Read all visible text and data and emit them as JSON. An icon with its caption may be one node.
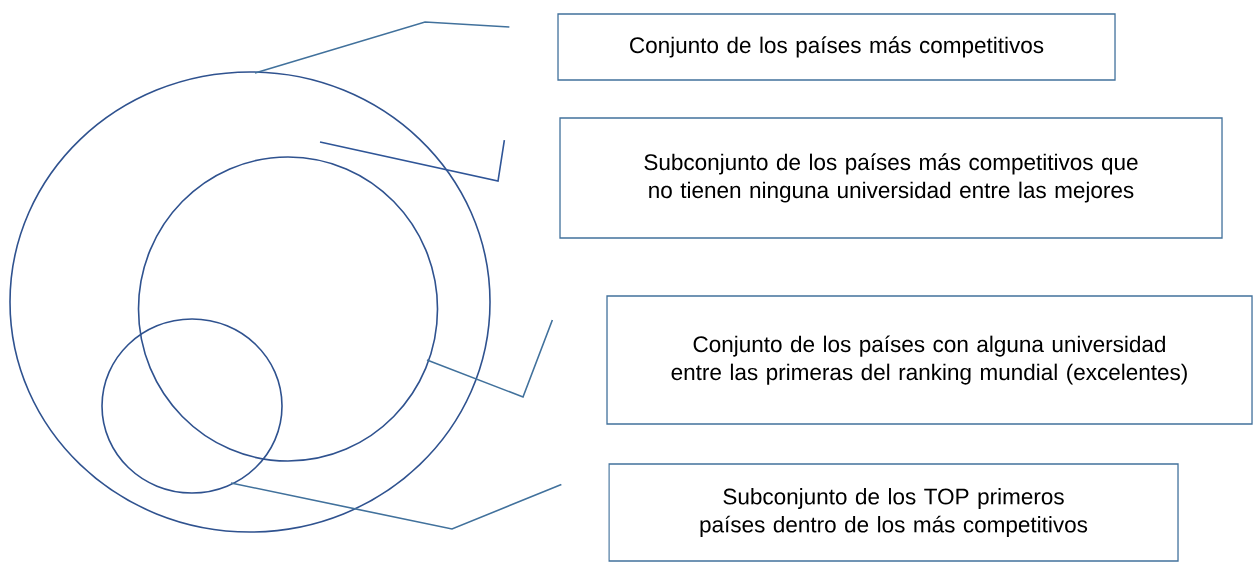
{
  "diagram": {
    "nodes": [
      {
        "text": [],
        "shape": "circle"
      },
      {
        "text": [],
        "shape": "circle",
        "in": 0
      },
      {
        "text": [],
        "shape": "circle",
        "in": 0
      },
      {
        "text": [
          "Conjunto de los países más competitivos"
        ]
      },
      {
        "text": [
          "Subconjunto de los países más competitivos que no tienen ninguna universidad entre las mejores"
        ]
      },
      {
        "text": [
          "Conjunto de los países con alguna universidad entre las primeras del ranking mundial (excelentes)"
        ]
      },
      {
        "text": [
          "Subconjunto de los TOP primeros países dentro de los más competitivos"
        ]
      }
    ],
    "edges": [
      {
        "from": 3,
        "to": 0,
        "arrow": "none"
      },
      {
        "from": 4,
        "to": 0,
        "arrow": "none",
        "color": "#2f5597"
      },
      {
        "from": 5,
        "to": 1,
        "arrow": "none"
      },
      {
        "from": 6,
        "to": 2,
        "arrow": "none"
      }
    ]
  }
}
